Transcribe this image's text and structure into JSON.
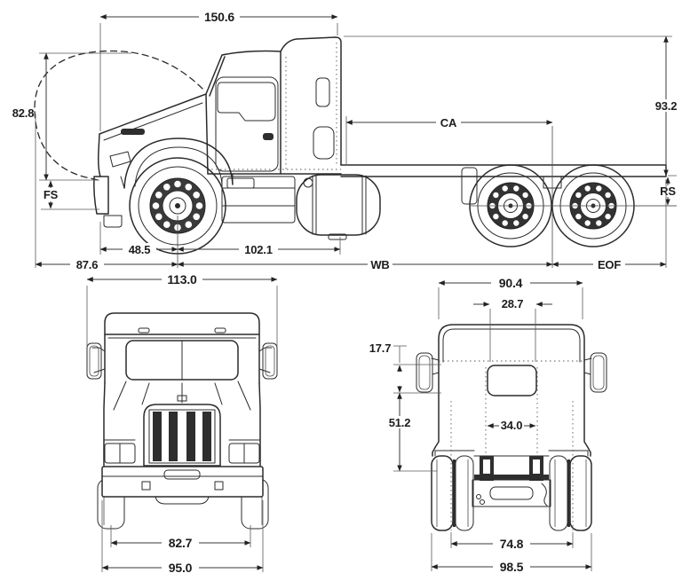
{
  "drawing": {
    "subject": "heavy truck three-view dimensional drawing",
    "colors": {
      "line": "#2b2b2b",
      "dimension": "#3a3a3a",
      "dark_fill": "#2e2e2e",
      "background": "#ffffff"
    },
    "views": {
      "side": {
        "dims": {
          "overall_length_top": "150.6",
          "open_hood_height": "82.8",
          "front_suspension": "FS",
          "cab_to_axle": "CA",
          "cab_height": "93.2",
          "rear_suspension": "RS",
          "bumper_to_front_axle": "48.5",
          "front_axle_to_back_of_cab": "102.1",
          "front_section": "87.6",
          "wheelbase": "WB",
          "end_of_frame": "EOF"
        }
      },
      "front": {
        "dims": {
          "width_over_mirrors": "113.0",
          "track_width": "82.7",
          "bumper_width": "95.0"
        }
      },
      "rear": {
        "dims": {
          "cab_width": "90.4",
          "rear_window_width": "28.7",
          "mirror_offset": "17.7",
          "cab_to_frame_height": "51.2",
          "frame_width": "34.0",
          "dual_tire_centers": "74.8",
          "overall_tire_width": "98.5"
        }
      }
    }
  }
}
